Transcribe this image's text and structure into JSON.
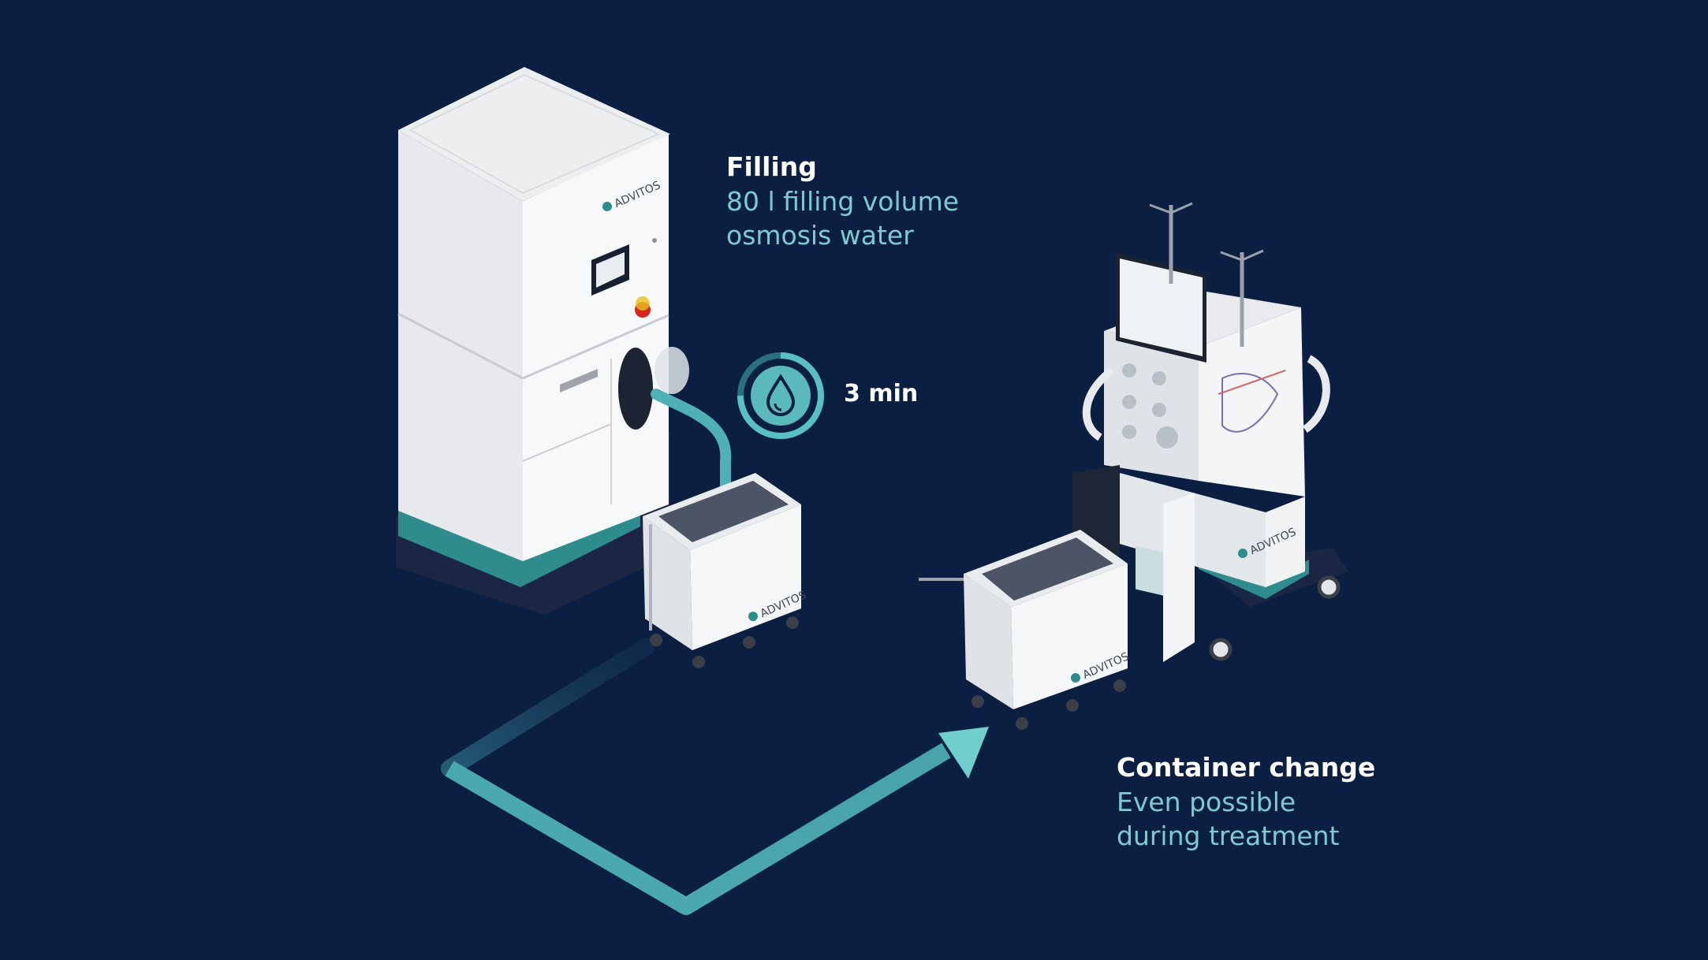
{
  "filling": {
    "heading": "Filling",
    "line1": "80 l filling volume",
    "line2": "osmosis water"
  },
  "timer": {
    "value": "3 min",
    "icon": "water-drop-icon"
  },
  "container_change": {
    "heading": "Container change",
    "line1": "Even possible",
    "line2": "during treatment"
  },
  "brand": {
    "name": "ADVITOS"
  },
  "colors": {
    "background": "#0b1f42",
    "accent": "#45a8ad",
    "accent_text": "#7fcad0",
    "machine_body": "#f4f5f6",
    "machine_base": "#1d2a47",
    "machine_stripe": "#2f8c8c"
  }
}
